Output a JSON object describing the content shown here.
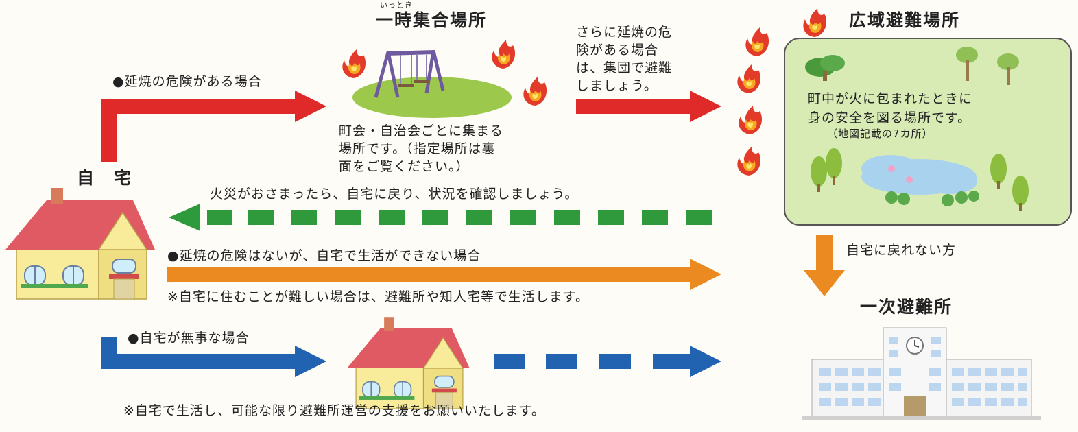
{
  "home": {
    "title": "自　宅"
  },
  "temp_site": {
    "ruby": "いっとき",
    "title": "一時集合場所",
    "desc": "町会・自治会ごとに集まる\n場所です。（指定場所は裏\n面をご覧ください。）"
  },
  "wide_area": {
    "title": "広域避難場所",
    "desc": "町中が火に包まれたときに\n身の安全を図る場所です。",
    "note": "（地図記載の7カ所）"
  },
  "shelter": {
    "title": "一次避難所"
  },
  "routes": {
    "fire_danger": "●延焼の危険がある場合",
    "further_danger": "さらに延焼の危\n険がある場合\nは、集団で避難\nしましょう。",
    "return_home": "火災がおさまったら、自宅に戻り、状況を確認しましょう。",
    "cannot_live": "●延焼の危険はないが、自宅で生活ができない場合",
    "cannot_live_note": "※自宅に住むことが難しい場合は、避難所や知人宅等で生活します。",
    "cannot_return": "自宅に戻れない方",
    "home_safe": "●自宅が無事な場合",
    "home_safe_note": "※自宅で生活し、可能な限り避難所運営の支援をお願いいたします。"
  },
  "colors": {
    "red": "#e02a2a",
    "green": "#2f9a3c",
    "orange": "#ec8a22",
    "blue": "#2163b0",
    "park_bg": "#d8ebb5"
  }
}
